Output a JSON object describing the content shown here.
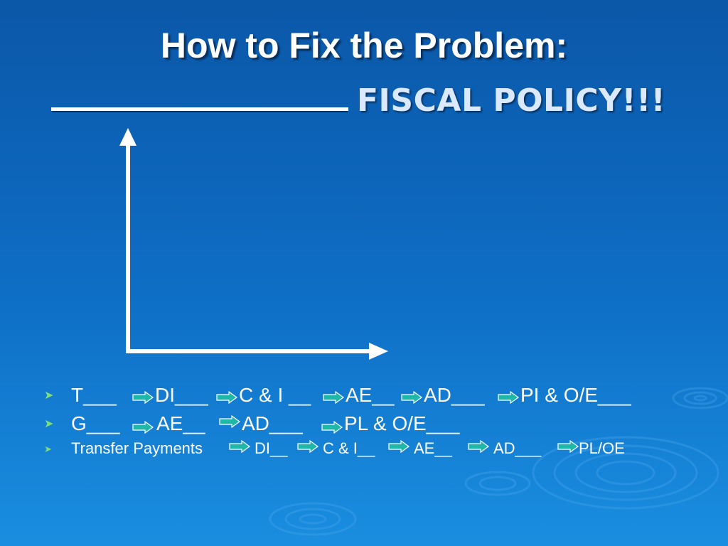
{
  "slide": {
    "title": "How to Fix the Problem:",
    "subtitle_highlight": "FISCAL POLICY!!!",
    "colors": {
      "background": "#0e6fc6",
      "text": "#ffffff",
      "arrow_fill": "#1fb8a8",
      "bullet": "#7fe07a"
    }
  },
  "bullets": [
    {
      "icon": "arrow-bullet-icon",
      "segments": [
        "T___",
        "DI___",
        "C & I __",
        "AE__",
        "AD___",
        "PI & O/E___"
      ]
    },
    {
      "icon": "arrow-bullet-icon",
      "segments": [
        "G___",
        "AE__",
        "AD___",
        "PL & O/E___"
      ]
    },
    {
      "icon": "arrow-bullet-icon",
      "segments": [
        "Transfer Payments",
        "DI__",
        "C & I__",
        "AE__",
        "AD___",
        "PL/OE"
      ]
    }
  ]
}
